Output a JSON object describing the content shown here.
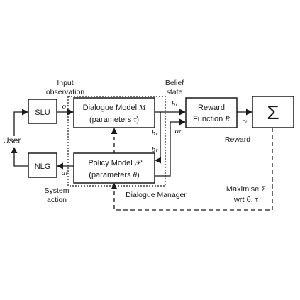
{
  "nodes": {
    "user": "User",
    "slu": "SLU",
    "nlg": "NLG",
    "dialogue_model": {
      "line1": "Dialogue Model",
      "symbol": "M",
      "line2": "(parameters",
      "param": "τ",
      "close": ")"
    },
    "policy_model": {
      "line1": "Policy Model",
      "symbol": "𝒫",
      "line2": "(parameters",
      "param": "θ",
      "close": ")"
    },
    "reward_function": {
      "line1": "Reward",
      "line2": "Function",
      "symbol": "R"
    },
    "sum": "Σ"
  },
  "labels": {
    "input_observation_1": "Input",
    "input_observation_2": "observation",
    "o_t": "oₜ",
    "belief_state_1": "Belief",
    "belief_state_2": "state",
    "b_t_top": "bₜ",
    "b_t_mid": "bₜ",
    "b_t_low": "bₜ",
    "a_t_right": "aₜ",
    "a_t_left": "aₜ",
    "r_t": "rₜ",
    "reward": "Reward",
    "system_action_1": "System",
    "system_action_2": "action",
    "dialogue_manager": "Dialogue Manager",
    "maximise_1": "Maximise Σ",
    "maximise_2": "wrt θ, τ"
  },
  "colors": {
    "line": "#1a1a1a",
    "background": "#ffffff"
  }
}
